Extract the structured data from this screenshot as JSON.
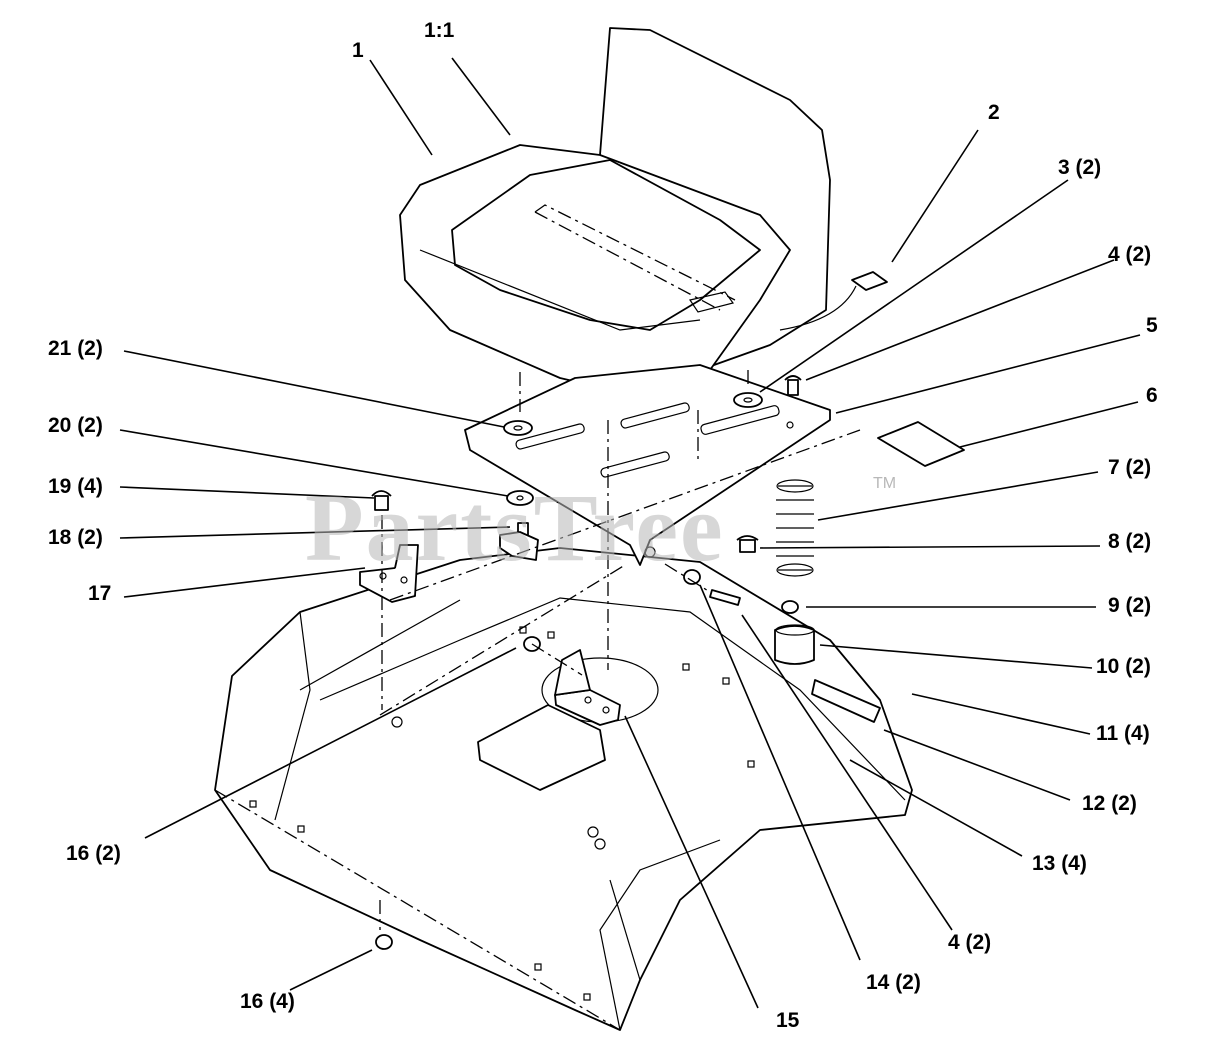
{
  "watermark": {
    "text": "PartsTree",
    "tm": "TM"
  },
  "callouts": {
    "c1": "1",
    "c1_1": "1:1",
    "c2": "2",
    "c3": "3 (2)",
    "c4a": "4 (2)",
    "c5": "5",
    "c6": "6",
    "c7": "7 (2)",
    "c8": "8 (2)",
    "c9": "9 (2)",
    "c10": "10 (2)",
    "c11": "11 (4)",
    "c12": "12 (2)",
    "c13": "13 (4)",
    "c4b": "4 (2)",
    "c14": "14 (2)",
    "c15": "15",
    "c16a": "16 (2)",
    "c16b": "16 (4)",
    "c17": "17",
    "c18": "18 (2)",
    "c19": "19 (4)",
    "c20": "20 (2)",
    "c21": "21 (2)"
  }
}
